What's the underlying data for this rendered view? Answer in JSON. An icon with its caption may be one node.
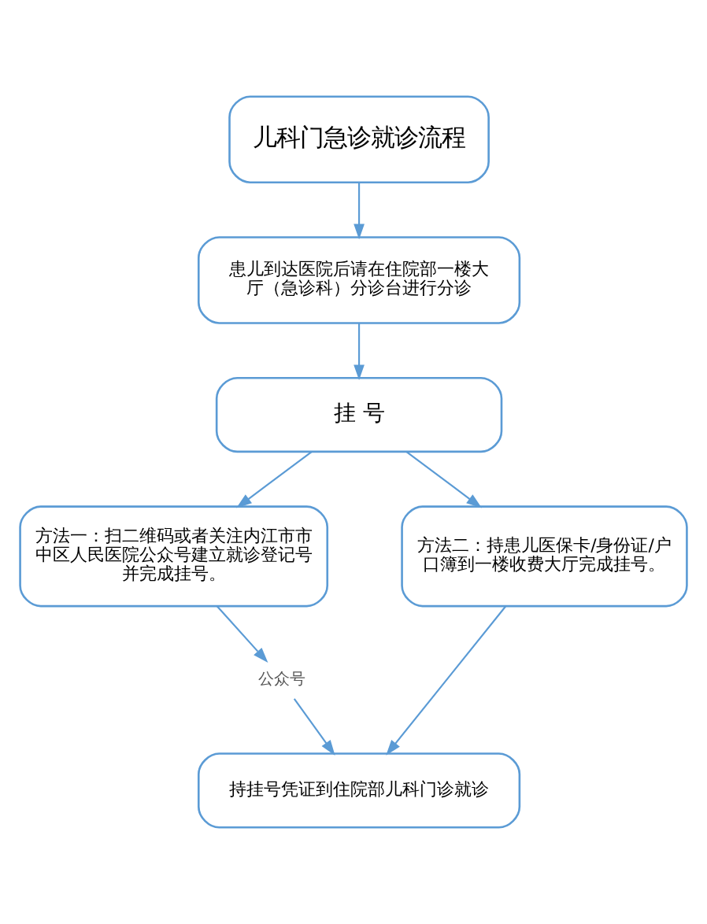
{
  "diagram": {
    "nodes": [
      {
        "text": [
          "儿科门急诊就诊流程"
        ]
      },
      {
        "text": [
          "患儿到达医院后请在住院部一楼大厅（急诊科）分诊台进行分诊"
        ]
      },
      {
        "text": [
          "挂 号"
        ]
      },
      {
        "text": [
          "方法一：扫二维码或者关注内江市市中区人民医院公众号建立就诊登记号并完成挂号。"
        ]
      },
      {
        "text": [
          "方法二：持患儿医保卡/身份证/户口簿到一楼收费大厅完成挂号。"
        ]
      },
      {
        "text": [
          "公众号"
        ]
      },
      {
        "text": [
          "持挂号凭证到住院部儿科门诊就诊"
        ]
      }
    ],
    "edges": [
      {
        "from": 0,
        "to": 1,
        "arrow": "to"
      },
      {
        "from": 1,
        "to": 2,
        "arrow": "to"
      },
      {
        "from": 2,
        "to": 3,
        "arrow": "to"
      },
      {
        "from": 2,
        "to": 4,
        "arrow": "to"
      },
      {
        "from": 3,
        "to": 5,
        "arrow": "to"
      },
      {
        "from": 5,
        "to": 6,
        "arrow": "to"
      },
      {
        "from": 4,
        "to": 6,
        "arrow": "to"
      }
    ]
  }
}
